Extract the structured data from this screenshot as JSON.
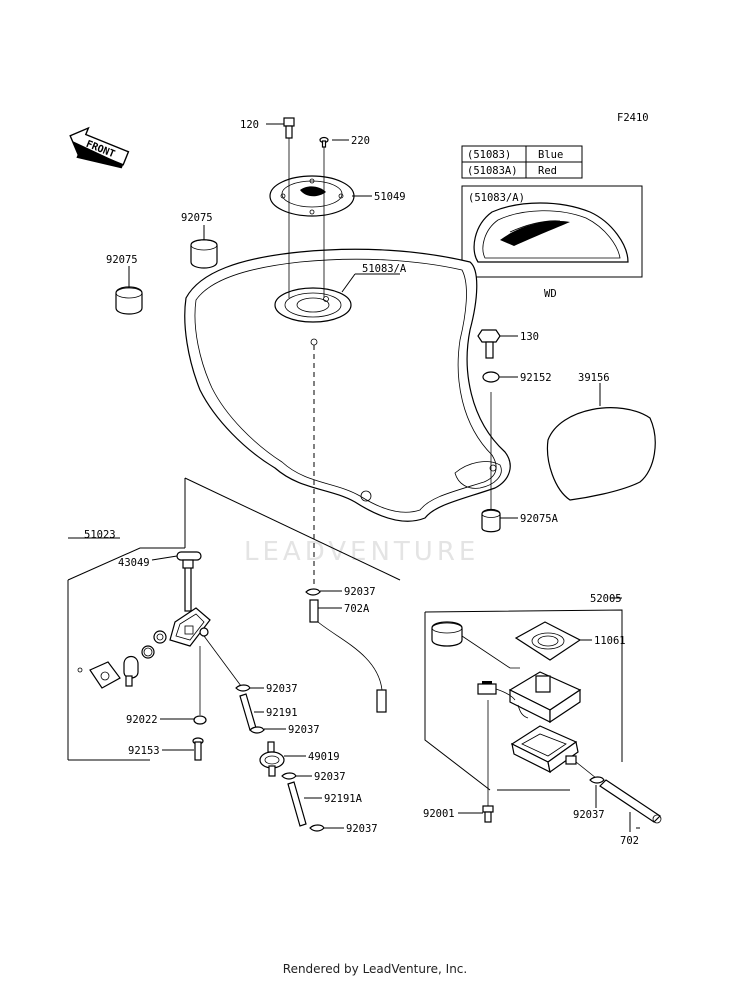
{
  "diagram": {
    "code": "F2410",
    "front_label": "FRONT",
    "legend": {
      "rows": [
        {
          "part": "(51083)",
          "color": "Blue"
        },
        {
          "part": "(51083A)",
          "color": "Red"
        }
      ],
      "inset_label": "(51083/A)",
      "caption": "WD"
    },
    "labels": {
      "p120": "120",
      "p220": "220",
      "p51049": "51049",
      "p92075a": "92075",
      "p92075b": "92075",
      "p51083": "51083/A",
      "p130": "130",
      "p92152": "92152",
      "p39156": "39156",
      "p92075A": "92075A",
      "p51023": "51023",
      "p43049": "43049",
      "p92037_1": "92037",
      "p702A": "702A",
      "p52005": "52005",
      "p11061": "11061",
      "p92037_2": "92037",
      "p92191": "92191",
      "p92037_3": "92037",
      "p92022": "92022",
      "p92153": "92153",
      "p49019": "49019",
      "p92037_4": "92037",
      "p92191A": "92191A",
      "p92037_5": "92037",
      "p92001": "92001",
      "p92037_6": "92037",
      "p702": "702"
    }
  },
  "watermark": "LEADVENTURE",
  "footer": "Rendered by LeadVenture, Inc."
}
